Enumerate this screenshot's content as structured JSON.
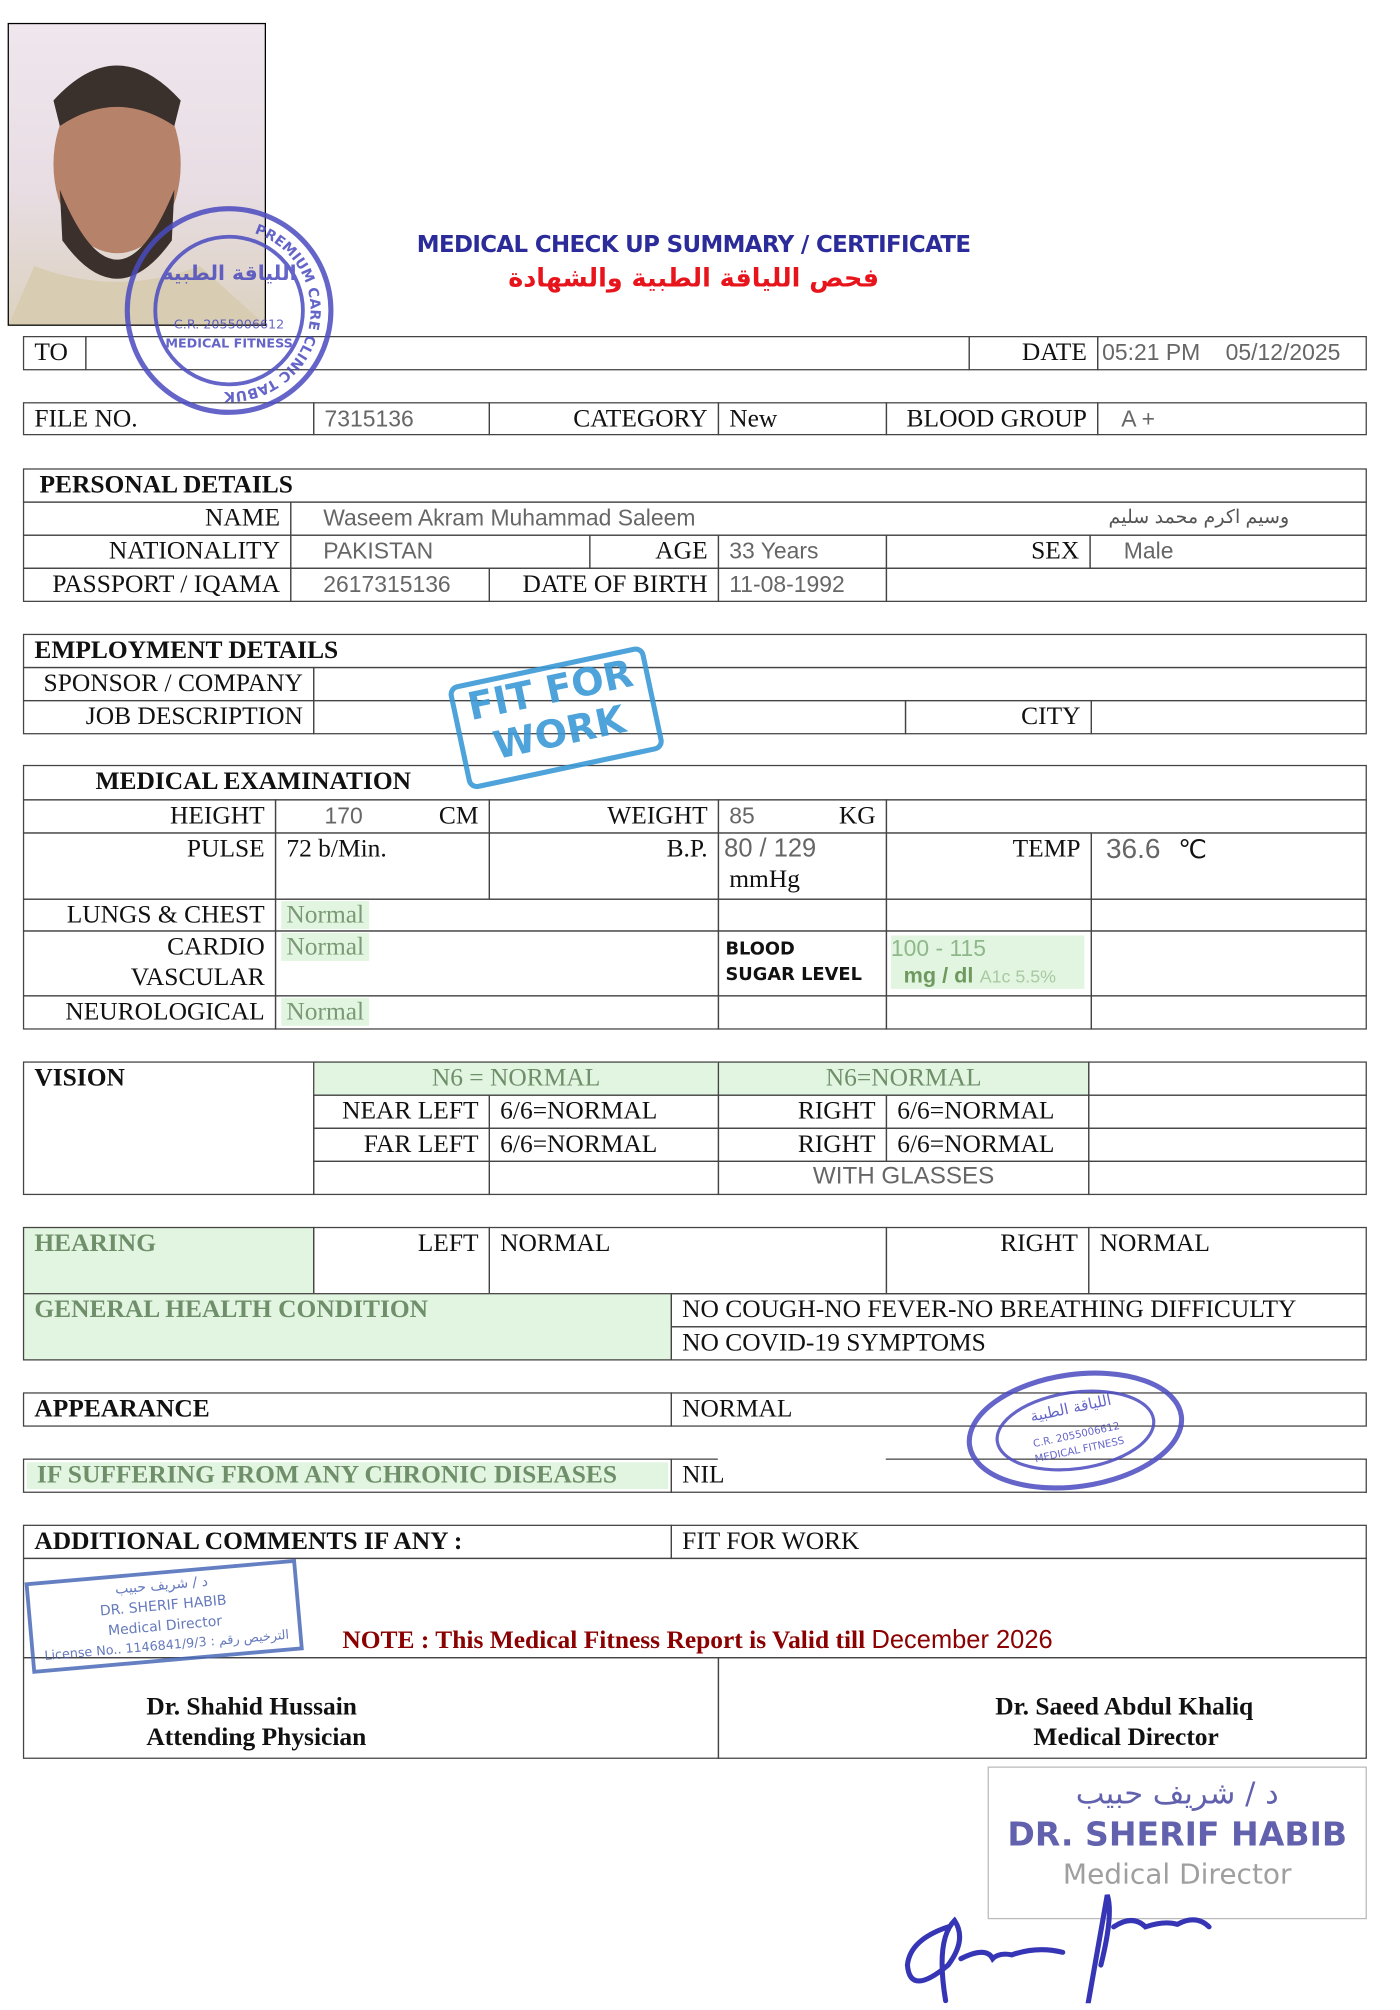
{
  "header": {
    "title_en": "MEDICAL CHECK UP SUMMARY / CERTIFICATE",
    "title_ar": "فحص اللياقة الطبية والشهادة"
  },
  "top": {
    "to_label": "TO",
    "to_value": "",
    "date_label": "DATE",
    "time": "05:21 PM",
    "date": "05/12/2025"
  },
  "file": {
    "file_no_label": "FILE NO.",
    "file_no": "7315136",
    "category_label": "CATEGORY",
    "category": "New",
    "blood_group_label": "BLOOD GROUP",
    "blood_group": "A +"
  },
  "personal": {
    "heading": "PERSONAL DETAILS",
    "name_label": "NAME",
    "name": "Waseem Akram Muhammad Saleem",
    "name_ar": "وسيم اكرم محمد سليم",
    "nationality_label": "NATIONALITY",
    "nationality": "PAKISTAN",
    "age_label": "AGE",
    "age": "33 Years",
    "sex_label": "SEX",
    "sex": "Male",
    "passport_label": "PASSPORT / IQAMA",
    "passport": "2617315136",
    "dob_label": "DATE OF BIRTH",
    "dob": "11-08-1992"
  },
  "employment": {
    "heading": "EMPLOYMENT DETAILS",
    "sponsor_label": "SPONSOR / COMPANY",
    "job_label": "JOB DESCRIPTION",
    "city_label": "CITY"
  },
  "medical": {
    "heading": "MEDICAL EXAMINATION",
    "height_label": "HEIGHT",
    "height": "170",
    "height_unit": "CM",
    "weight_label": "WEIGHT",
    "weight": "85",
    "weight_unit": "KG",
    "pulse_label": "PULSE",
    "pulse": "72 b/Min.",
    "bp_label": "B.P.",
    "bp": "80 / 129",
    "bp_unit": "mmHg",
    "temp_label": "TEMP",
    "temp": "36.6",
    "temp_unit": "℃",
    "lungs_label": "LUNGS & CHEST",
    "lungs": "Normal",
    "cardio_label1": "CARDIO",
    "cardio_label2": "VASCULAR",
    "cardio": "Normal",
    "sugar_label1": "BLOOD",
    "sugar_label2": "SUGAR LEVEL",
    "sugar": "100 - 115",
    "sugar_unit": "mg / dl",
    "a1c": "A1c 5.5%",
    "neuro_label": "NEUROLOGICAL",
    "neuro": "Normal"
  },
  "vision": {
    "heading": "VISION",
    "n6_left": "N6 = NORMAL",
    "n6_right": "N6=NORMAL",
    "near_left_label": "NEAR LEFT",
    "near_left": "6/6=NORMAL",
    "near_right_label": "RIGHT",
    "near_right": "6/6=NORMAL",
    "far_left_label": "FAR LEFT",
    "far_left": "6/6=NORMAL",
    "far_right_label": "RIGHT",
    "far_right": "6/6=NORMAL",
    "glasses": "WITH GLASSES"
  },
  "hearing": {
    "heading": "HEARING",
    "left_label": "LEFT",
    "left": "NORMAL",
    "right_label": "RIGHT",
    "right": "NORMAL"
  },
  "general": {
    "heading": "GENERAL HEALTH CONDITION",
    "line1": "NO COUGH-NO FEVER-NO BREATHING DIFFICULTY",
    "line2": "NO COVID-19 SYMPTOMS"
  },
  "appearance": {
    "label": "APPEARANCE",
    "value": "NORMAL"
  },
  "chronic": {
    "label": "IF SUFFERING FROM ANY CHRONIC DISEASES",
    "value": "NIL"
  },
  "comments": {
    "label": "ADDITIONAL COMMENTS IF ANY :",
    "value": "FIT FOR WORK",
    "note": "NOTE : This Medical Fitness Report is Valid till ",
    "note_date": "December 2026"
  },
  "signatures": {
    "physician_name": "Dr. Shahid Hussain",
    "physician_title": "Attending Physician",
    "director_name": "Dr. Saeed Abdul Khaliq",
    "director_title": "Medical Director"
  },
  "stamps": {
    "fit_stamp": "FIT FOR WORK",
    "clinic_stamp": "PREMIUM CARE CLINIC TABUK",
    "clinic_stamp_cr": "C.R. 2055006612",
    "clinic_stamp_fitness": "MEDICAL FITNESS",
    "clinic_stamp_ar": "اللياقة الطبية",
    "doctor_stamp_ar": "د / شريف حبيب",
    "doctor_stamp_name": "DR. SHERIF HABIB",
    "doctor_stamp_title": "Medical Director",
    "doctor_stamp_license": "License No.. 1146841/9/3 : الترخيص رقم"
  },
  "colors": {
    "title_blue": "#2b2b9a",
    "title_red": "#e8141c",
    "stamp_blue": "#4a4ac0",
    "fit_stamp": "#3a9ad6",
    "note_red": "#8b0000",
    "green_fill": "#e2f5e0"
  }
}
